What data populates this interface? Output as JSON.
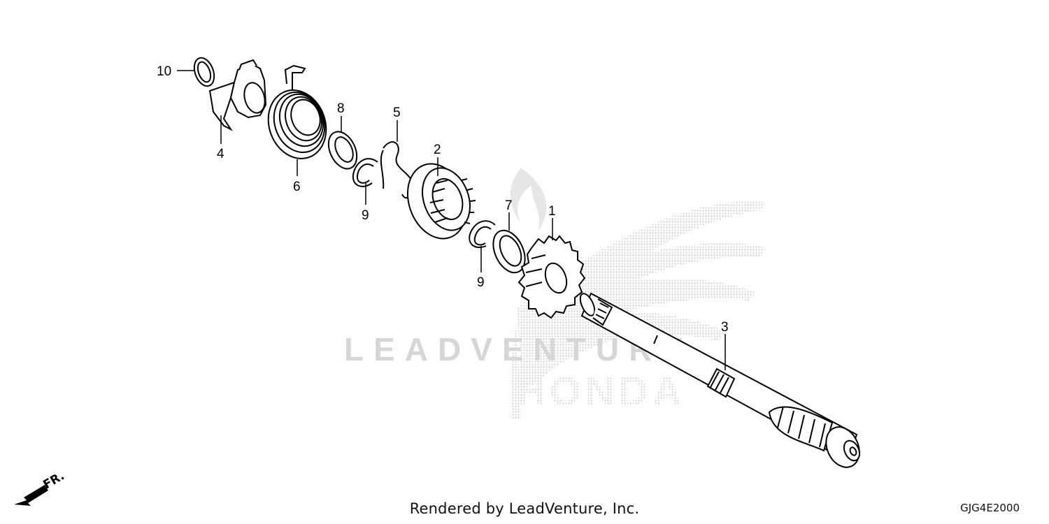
{
  "diagram": {
    "callouts": [
      {
        "id": "10",
        "label": "10"
      },
      {
        "id": "4",
        "label": "4"
      },
      {
        "id": "6",
        "label": "6"
      },
      {
        "id": "8",
        "label": "8"
      },
      {
        "id": "9a",
        "label": "9"
      },
      {
        "id": "5",
        "label": "5"
      },
      {
        "id": "2",
        "label": "2"
      },
      {
        "id": "9b",
        "label": "9"
      },
      {
        "id": "7",
        "label": "7"
      },
      {
        "id": "1",
        "label": "1"
      },
      {
        "id": "3",
        "label": "3"
      }
    ],
    "direction_label": "FR.",
    "watermark_primary": "LEADVENTURE",
    "watermark_brand": "HONDA"
  },
  "footer": {
    "credit": "Rendered by LeadVenture, Inc.",
    "code": "GJG4E2000"
  },
  "colors": {
    "line": "#000000",
    "watermark_gray": "#d6d6d6",
    "background": "#ffffff"
  }
}
